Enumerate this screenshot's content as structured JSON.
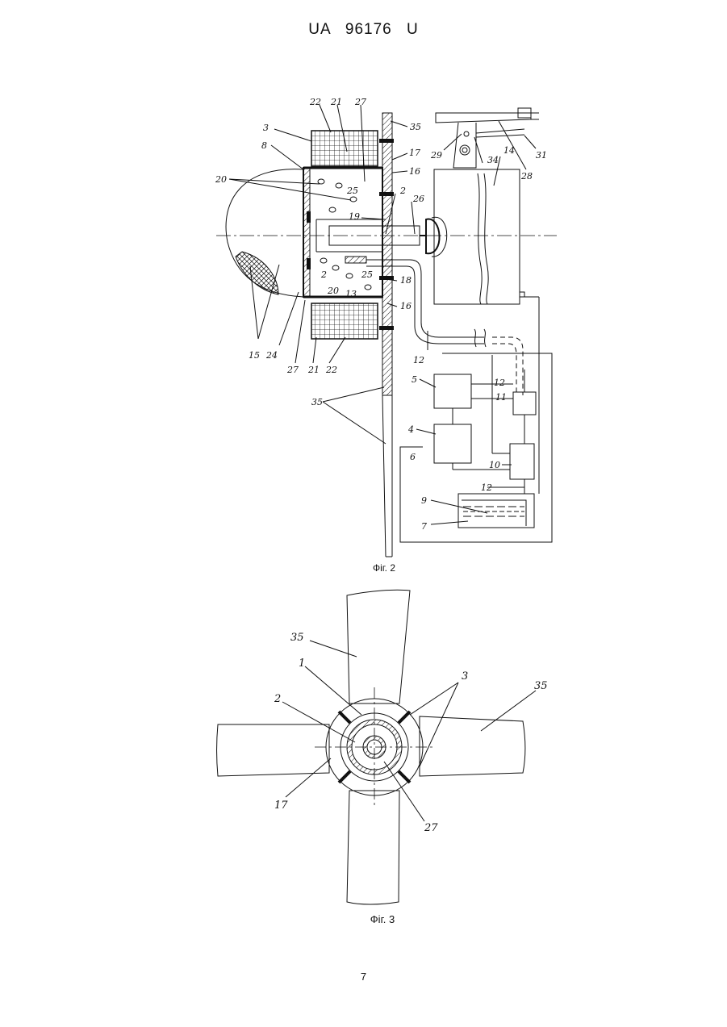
{
  "header": {
    "doc_id": "UA 96176 U"
  },
  "fig2": {
    "caption": "Фіг. 2",
    "labels": {
      "l22a": "22",
      "l21a": "21",
      "l27a": "27",
      "l35a": "35",
      "l3": "3",
      "l8": "8",
      "l20a": "20",
      "l25a": "25",
      "l17": "17",
      "l16a": "16",
      "l2a": "2",
      "l19": "19",
      "l26": "26",
      "l14": "14",
      "l34": "34",
      "l29": "29",
      "l28": "28",
      "l31": "31",
      "l2b": "2",
      "l20b": "20",
      "l13": "13",
      "l25b": "25",
      "l18": "18",
      "l16b": "16",
      "l15": "15",
      "l24": "24",
      "l27b": "27",
      "l21b": "21",
      "l22b": "22",
      "l12a": "12",
      "l35b": "35",
      "l5": "5",
      "l12b": "12",
      "l11": "11",
      "l4": "4",
      "l6": "6",
      "l10": "10",
      "l12c": "12",
      "l9": "9",
      "l7": "7"
    }
  },
  "fig3": {
    "caption": "Фіг. 3",
    "labels": {
      "l35a": "35",
      "l1": "1",
      "l3": "3",
      "l35b": "35",
      "l2": "2",
      "l17": "17",
      "l27": "27"
    }
  },
  "page_number": "7"
}
